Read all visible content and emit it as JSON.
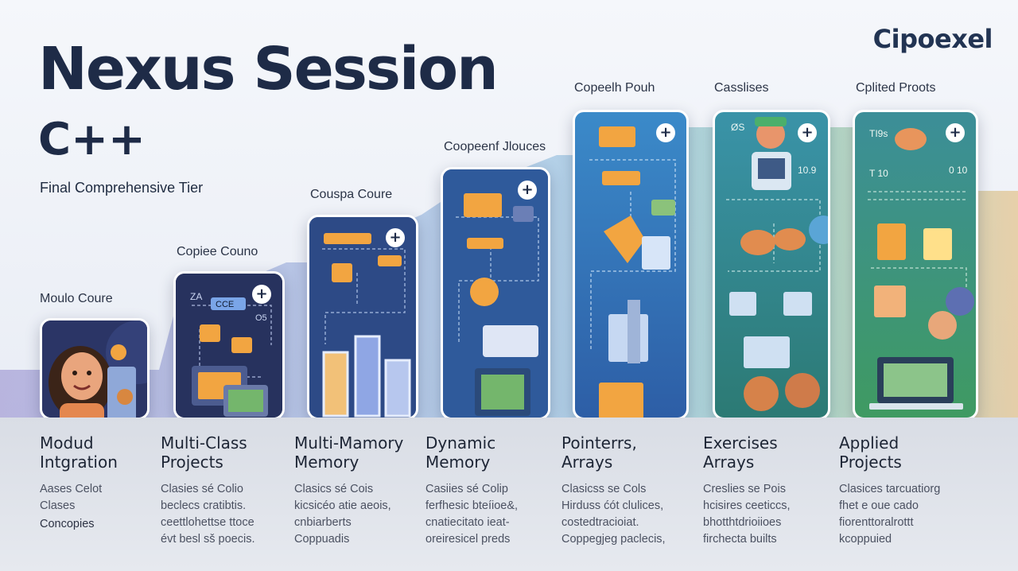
{
  "brand": "Cipoexel",
  "title": "Nexus Session",
  "subtitle": "C++",
  "tagline": "Final Comprehensive Tier",
  "colors": {
    "title": "#1e2b47",
    "panel_dark": "#2a3a6e",
    "panel_blue": "#2e67a8",
    "panel_teal": "#2e8a86",
    "panel_green": "#3f9a7a",
    "accent_orange": "#f2a541"
  },
  "tiers": [
    {
      "card_label": "Moulo Coure",
      "card_badges": [],
      "heading_1": "Modud",
      "heading_2": "Intgration",
      "lines": [
        "Aases Celot",
        "Clases",
        "Concopies"
      ],
      "icon": "person-avatar-icon"
    },
    {
      "card_label": "Copiee Couno",
      "card_badges": [
        "ZA",
        "CCE",
        "O5"
      ],
      "heading_1": "Multi-Class",
      "heading_2": "Projects",
      "lines": [
        "Clasies sé Colio",
        "beclecs cratibtis.",
        "ceettlohettse ttoce",
        "évt besl sš poecis."
      ],
      "icon": "monitor-icon"
    },
    {
      "card_label": "Couspa Coure",
      "card_badges": [],
      "heading_1": "Multi-Mamory",
      "heading_2": "Memory",
      "lines": [
        "Clasics sé Cois",
        "kicsicéo atie aeois,",
        "cnbiarberts",
        "Coppuadis"
      ],
      "icon": "bar-chart-icon"
    },
    {
      "card_label": "Coopeenf Jlouces",
      "card_badges": [],
      "heading_1": "Dynamic",
      "heading_2": "Memory",
      "lines": [
        "Casiies sé Colip",
        "ferfhesic bteíioe&,",
        "cnatiecitato ieat-",
        "oreiresicel preds"
      ],
      "icon": "memory-chip-icon"
    },
    {
      "card_label": "Copeelh Pouh",
      "card_badges": [],
      "heading_1": "Pointerrs,",
      "heading_2": "Arrays",
      "lines": [
        "Clasicss se Cols",
        "Hirduss ćót clulices,",
        "costedtracioiat.",
        "Coppegjeg paclecis,"
      ],
      "icon": "pointer-arrow-icon"
    },
    {
      "card_label": "Casslises",
      "card_badges": [
        "ØS",
        "10.9"
      ],
      "heading_1": "Exercises",
      "heading_2": "Arrays",
      "lines": [
        "Creslies se Pois",
        "hcisires ceeticcs,",
        "bhotthtdrioiioes",
        "firchecta builts"
      ],
      "icon": "exercise-robot-icon"
    },
    {
      "card_label": "Cplited Proots",
      "card_badges": [
        "TI9s",
        "T 10",
        "0 10"
      ],
      "heading_1": "Applied",
      "heading_2": "Projects",
      "lines": [
        "Clasices tarcuatiorg",
        "fhet e oue cado",
        "fiorenttoralrottt",
        "kcoppuied"
      ],
      "icon": "laptop-icon"
    }
  ]
}
